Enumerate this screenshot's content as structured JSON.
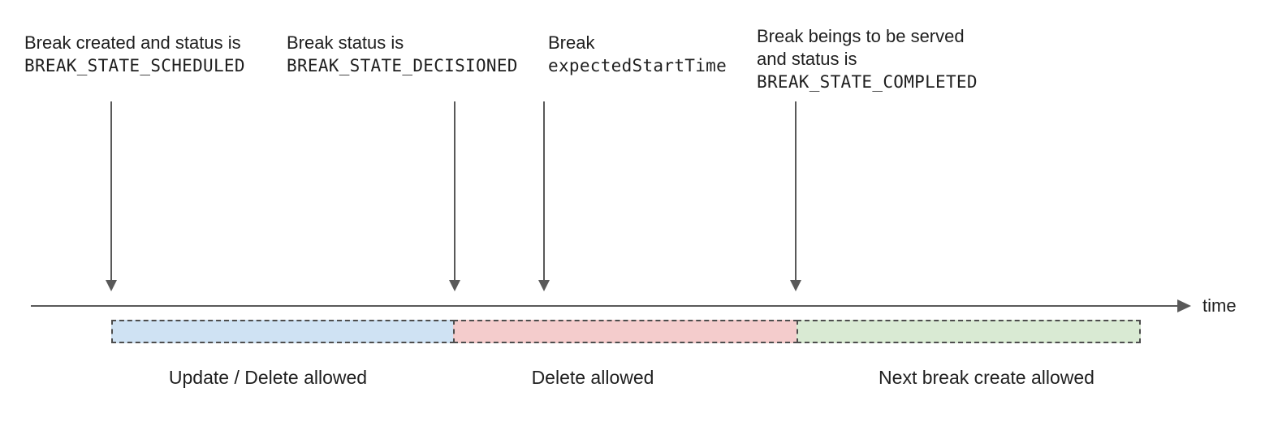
{
  "colors": {
    "background": "#ffffff",
    "text": "#1f1f1f",
    "line_gray": "#595959",
    "segment_border": "#4d4d4d",
    "update_delete_fill": "#cfe2f3",
    "delete_fill": "#f4cccc",
    "next_create_fill": "#d9ead3"
  },
  "annotations": [
    {
      "line1": "Break created and status is",
      "line2": "BREAK_STATE_SCHEDULED"
    },
    {
      "line1": "Break status is",
      "line2": "BREAK_STATE_DECISIONED"
    },
    {
      "line1": "Break",
      "line2": "expectedStartTime"
    },
    {
      "line1": "Break beings to be served",
      "line2": "and status is",
      "line3": "BREAK_STATE_COMPLETED"
    }
  ],
  "timeline": {
    "axis_label": "time"
  },
  "segments": [
    {
      "label": "Update / Delete allowed",
      "fill": "#cfe2f3"
    },
    {
      "label": "Delete allowed",
      "fill": "#f4cccc"
    },
    {
      "label": "Next break create allowed",
      "fill": "#d9ead3"
    }
  ]
}
